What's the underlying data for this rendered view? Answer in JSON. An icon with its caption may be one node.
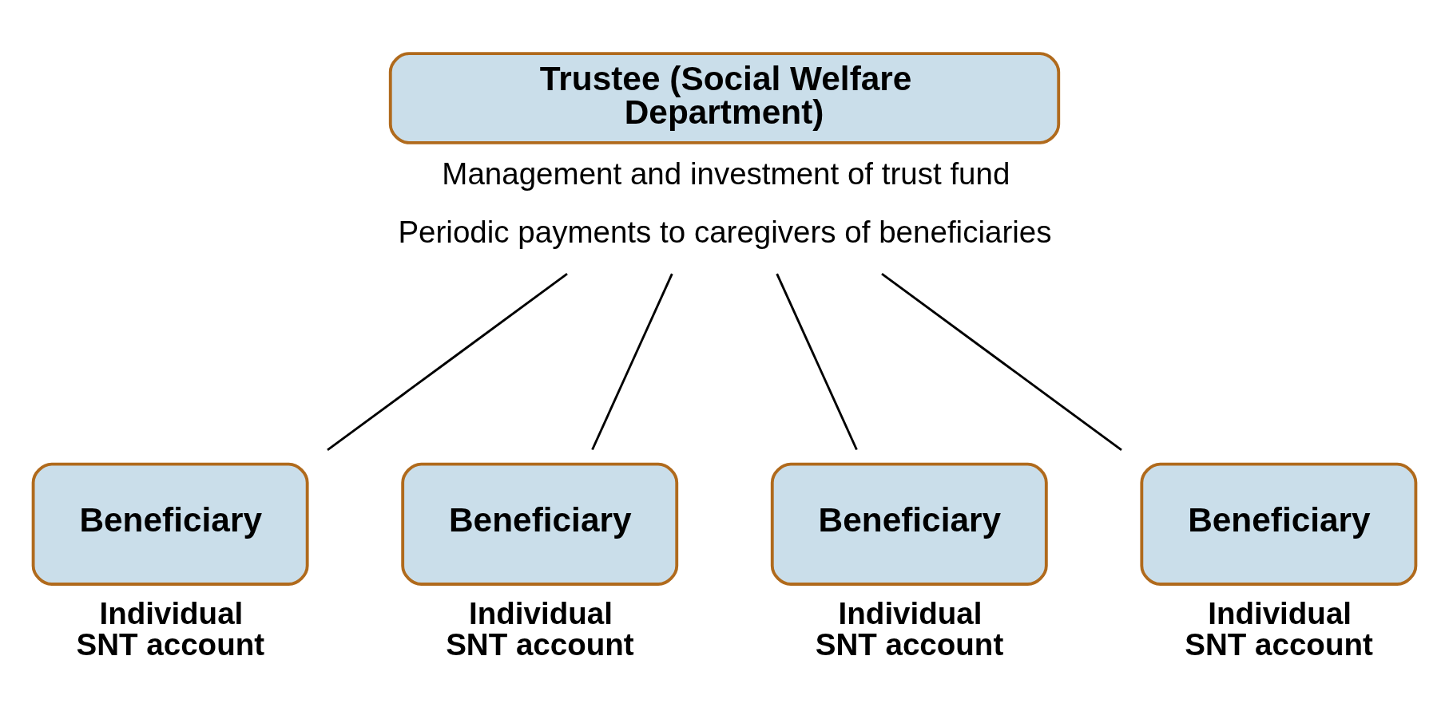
{
  "diagram": {
    "nodes": [
      {
        "text": [
          "Trustee (Social Welfare Department)"
        ],
        "beside": [
          "Management and investment of trust fund",
          "Periodic payments to caregivers of beneficiaries"
        ]
      },
      {
        "text": [
          "Beneficiary"
        ],
        "beside": [
          "Individual SNT account"
        ]
      },
      {
        "text": [
          "Beneficiary"
        ],
        "beside": [
          "Individual SNT account"
        ]
      },
      {
        "text": [
          "Beneficiary"
        ],
        "beside": [
          "Individual SNT account"
        ]
      },
      {
        "text": [
          "Beneficiary"
        ],
        "beside": [
          "Individual SNT account"
        ]
      }
    ],
    "edges": [
      {
        "from": 0,
        "to": 1,
        "arrow": "none"
      },
      {
        "from": 0,
        "to": 2,
        "arrow": "none"
      },
      {
        "from": 0,
        "to": 3,
        "arrow": "none"
      },
      {
        "from": 0,
        "to": 4,
        "arrow": "none"
      }
    ]
  }
}
